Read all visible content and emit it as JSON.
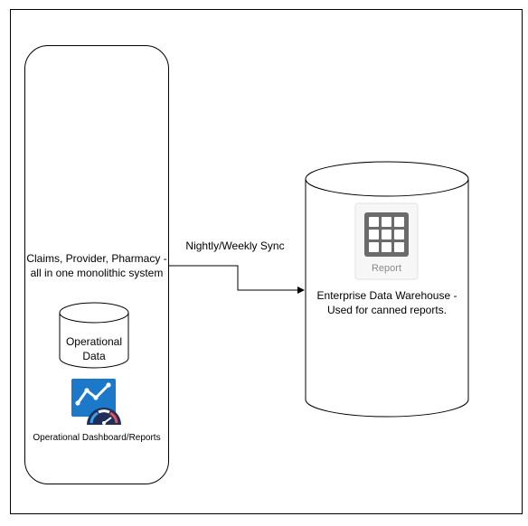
{
  "monolith": {
    "label_line1": "Claims, Provider, Pharmacy -",
    "label_line2": "all in one monolithic system"
  },
  "operational_db": {
    "label_line1": "Operational",
    "label_line2": "Data"
  },
  "dashboard": {
    "icon": "dashboard-chart-icon",
    "label": "Operational Dashboard/Reports"
  },
  "sync": {
    "label": "Nightly/Weekly Sync"
  },
  "warehouse": {
    "label_line1": "Enterprise Data Warehouse -",
    "label_line2": "Used for canned reports."
  },
  "report": {
    "icon": "grid-icon",
    "label": "Report"
  },
  "colors": {
    "line": "#000000",
    "dashboard_tile": "#1c78c9",
    "gauge_navy": "#1f2f5a",
    "report_icon": "#6b6b6b"
  }
}
